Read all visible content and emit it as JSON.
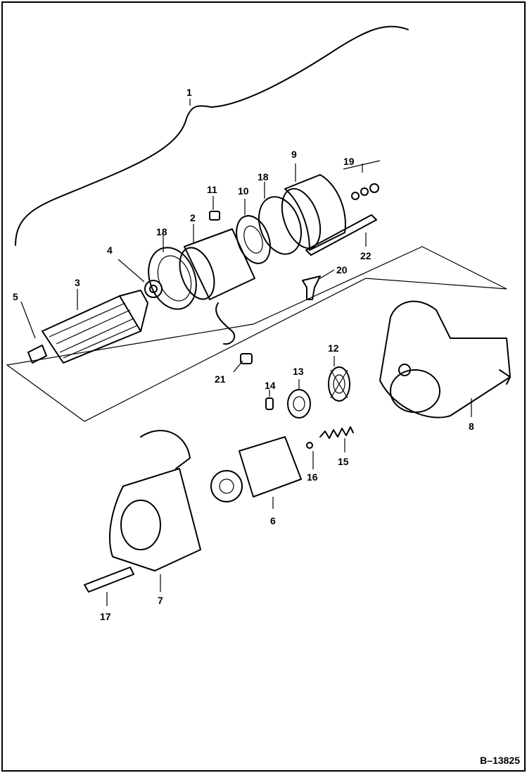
{
  "figure_id": "B–13825",
  "callouts": {
    "c1": "1",
    "c2": "2",
    "c3": "3",
    "c4": "4",
    "c5": "5",
    "c6": "6",
    "c7": "7",
    "c8": "8",
    "c9": "9",
    "c10": "10",
    "c11": "11",
    "c12": "12",
    "c13": "13",
    "c14": "14",
    "c15": "15",
    "c16": "16",
    "c17": "17",
    "c18a": "18",
    "c18b": "18",
    "c19": "19",
    "c20": "20",
    "c21": "21",
    "c22": "22"
  },
  "colors": {
    "ink": "#000000",
    "paper": "#ffffff"
  }
}
